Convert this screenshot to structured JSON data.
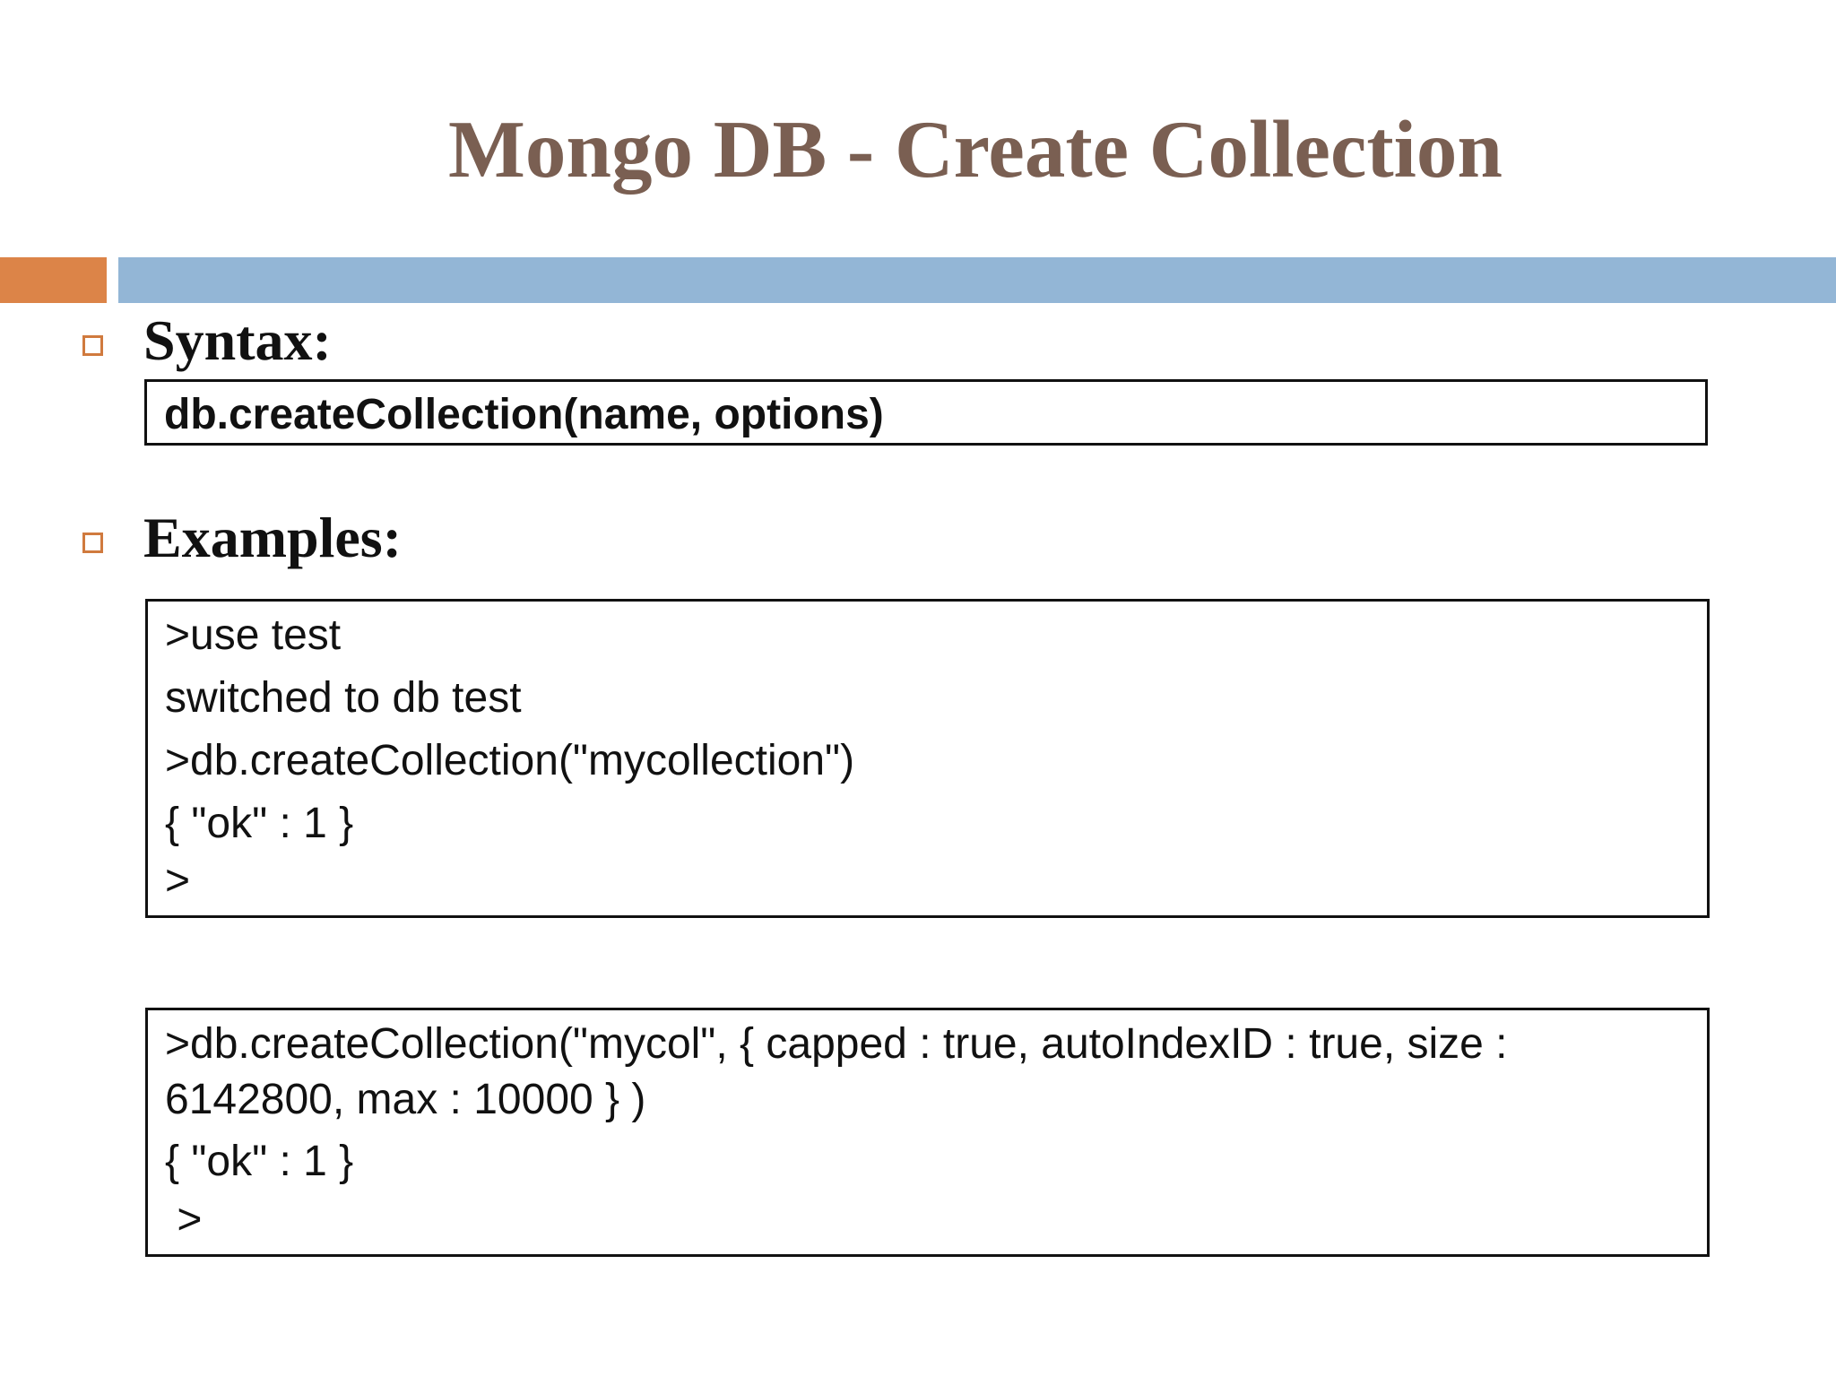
{
  "slide": {
    "title": "Mongo DB - Create Collection",
    "colors": {
      "title": "#7a5f52",
      "accent_bar": "#dc8448",
      "main_bar": "#93b6d6",
      "bullet": "#d07a3e"
    }
  },
  "syntax": {
    "label": "Syntax:",
    "code": "db.createCollection(name, options)"
  },
  "examples": {
    "label": "Examples:",
    "example1": {
      "lines": [
        ">use test",
        "switched to db test",
        ">db.createCollection(\"mycollection\")",
        "{ \"ok\" : 1 }",
        ">"
      ]
    },
    "example2": {
      "lines": [
        ">db.createCollection(\"mycol\", { capped : true, autoIndexID : true, size :",
        "6142800, max : 10000 } )",
        "{ \"ok\" : 1 }",
        " >"
      ]
    }
  }
}
